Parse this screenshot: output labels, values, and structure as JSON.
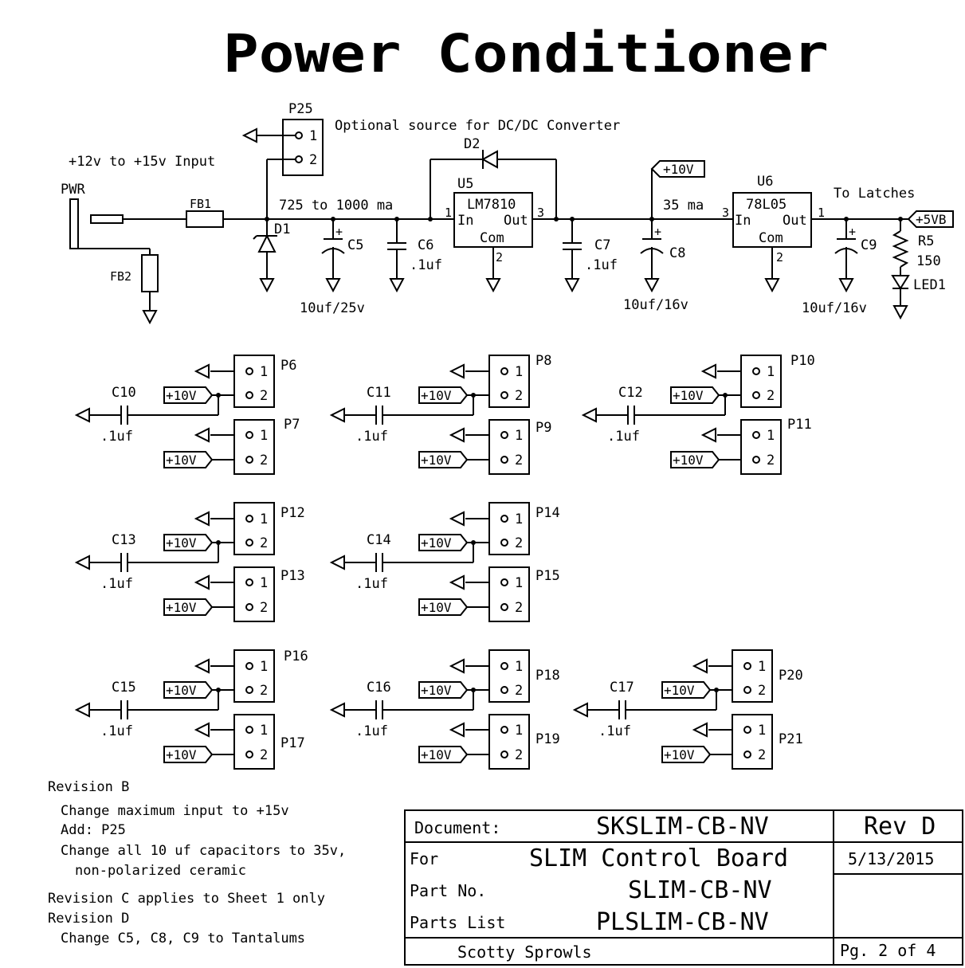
{
  "title": "Power Conditioner",
  "power_section": {
    "p25_ref": "P25",
    "p25_pin1": "1",
    "p25_pin2": "2",
    "p25_note": "Optional source for DC/DC Converter",
    "input_label": "+12v to +15v Input",
    "pwr": "PWR",
    "fb1": "FB1",
    "fb2": "FB2",
    "d1": "D1",
    "d2": "D2",
    "current_main": "725 to 1000 ma",
    "c5": "C5",
    "c5_value": "10uf/25v",
    "c6": "C6",
    "c6_value": ".1uf",
    "u5_ref": "U5",
    "u5_part": "LM7810",
    "u5_in": "In",
    "u5_out": "Out",
    "u5_com": "Com",
    "u5_pin_in": "1",
    "u5_pin_out": "3",
    "u5_pin_com": "2",
    "c7": "C7",
    "c7_value": ".1uf",
    "c8": "C8",
    "c8_value": "10uf/16v",
    "net_10v": "+10V",
    "current_u6": "35 ma",
    "u6_ref": "U6",
    "u6_part": "78L05",
    "u6_in": "In",
    "u6_out": "Out",
    "u6_com": "Com",
    "u6_pin_in": "3",
    "u6_pin_out": "1",
    "u6_pin_com": "2",
    "to_latches": "To Latches",
    "net_5vb": "+5VB",
    "c9": "C9",
    "c9_value": "10uf/16v",
    "r5": "R5",
    "r5_value": "150",
    "led1": "LED1"
  },
  "connector_groups": [
    {
      "cap": "C10",
      "value": ".1uf",
      "upper": "P6",
      "lower": "P7",
      "net": "+10V",
      "pin1": "1",
      "pin2": "2"
    },
    {
      "cap": "C11",
      "value": ".1uf",
      "upper": "P8",
      "lower": "P9",
      "net": "+10V",
      "pin1": "1",
      "pin2": "2"
    },
    {
      "cap": "C12",
      "value": ".1uf",
      "upper": "P10",
      "lower": "P11",
      "net": "+10V",
      "pin1": "1",
      "pin2": "2"
    },
    {
      "cap": "C13",
      "value": ".1uf",
      "upper": "P12",
      "lower": "P13",
      "net": "+10V",
      "pin1": "1",
      "pin2": "2"
    },
    {
      "cap": "C14",
      "value": ".1uf",
      "upper": "P14",
      "lower": "P15",
      "net": "+10V",
      "pin1": "1",
      "pin2": "2"
    },
    {
      "cap": "C15",
      "value": ".1uf",
      "upper": "P16",
      "lower": "P17",
      "net": "+10V",
      "pin1": "1",
      "pin2": "2"
    },
    {
      "cap": "C16",
      "value": ".1uf",
      "upper": "P18",
      "lower": "P19",
      "net": "+10V",
      "pin1": "1",
      "pin2": "2"
    },
    {
      "cap": "C17",
      "value": ".1uf",
      "upper": "P20",
      "lower": "P21",
      "net": "+10V",
      "pin1": "1",
      "pin2": "2"
    }
  ],
  "revisions": {
    "rev_b": "Revision B",
    "rev_b_1": "Change maximum input to +15v",
    "rev_b_2": "Add: P25",
    "rev_b_3": "Change all 10 uf capacitors to 35v,",
    "rev_b_4": "non-polarized ceramic",
    "rev_c": "Revision C applies to Sheet 1 only",
    "rev_d": "Revision D",
    "rev_d_1": "Change C5, C8, C9 to Tantalums"
  },
  "title_block": {
    "document_label": "Document:",
    "document_value": "SKSLIM-CB-NV",
    "rev_value": "Rev D",
    "for_label": "For",
    "for_value": "SLIM Control Board",
    "date_value": "5/13/2015",
    "part_label": "Part No.",
    "part_value": "SLIM-CB-NV",
    "parts_list_label": "Parts List",
    "parts_list_value": "PLSLIM-CB-NV",
    "author": "Scotty Sprowls",
    "page": "Pg. 2 of 4"
  }
}
